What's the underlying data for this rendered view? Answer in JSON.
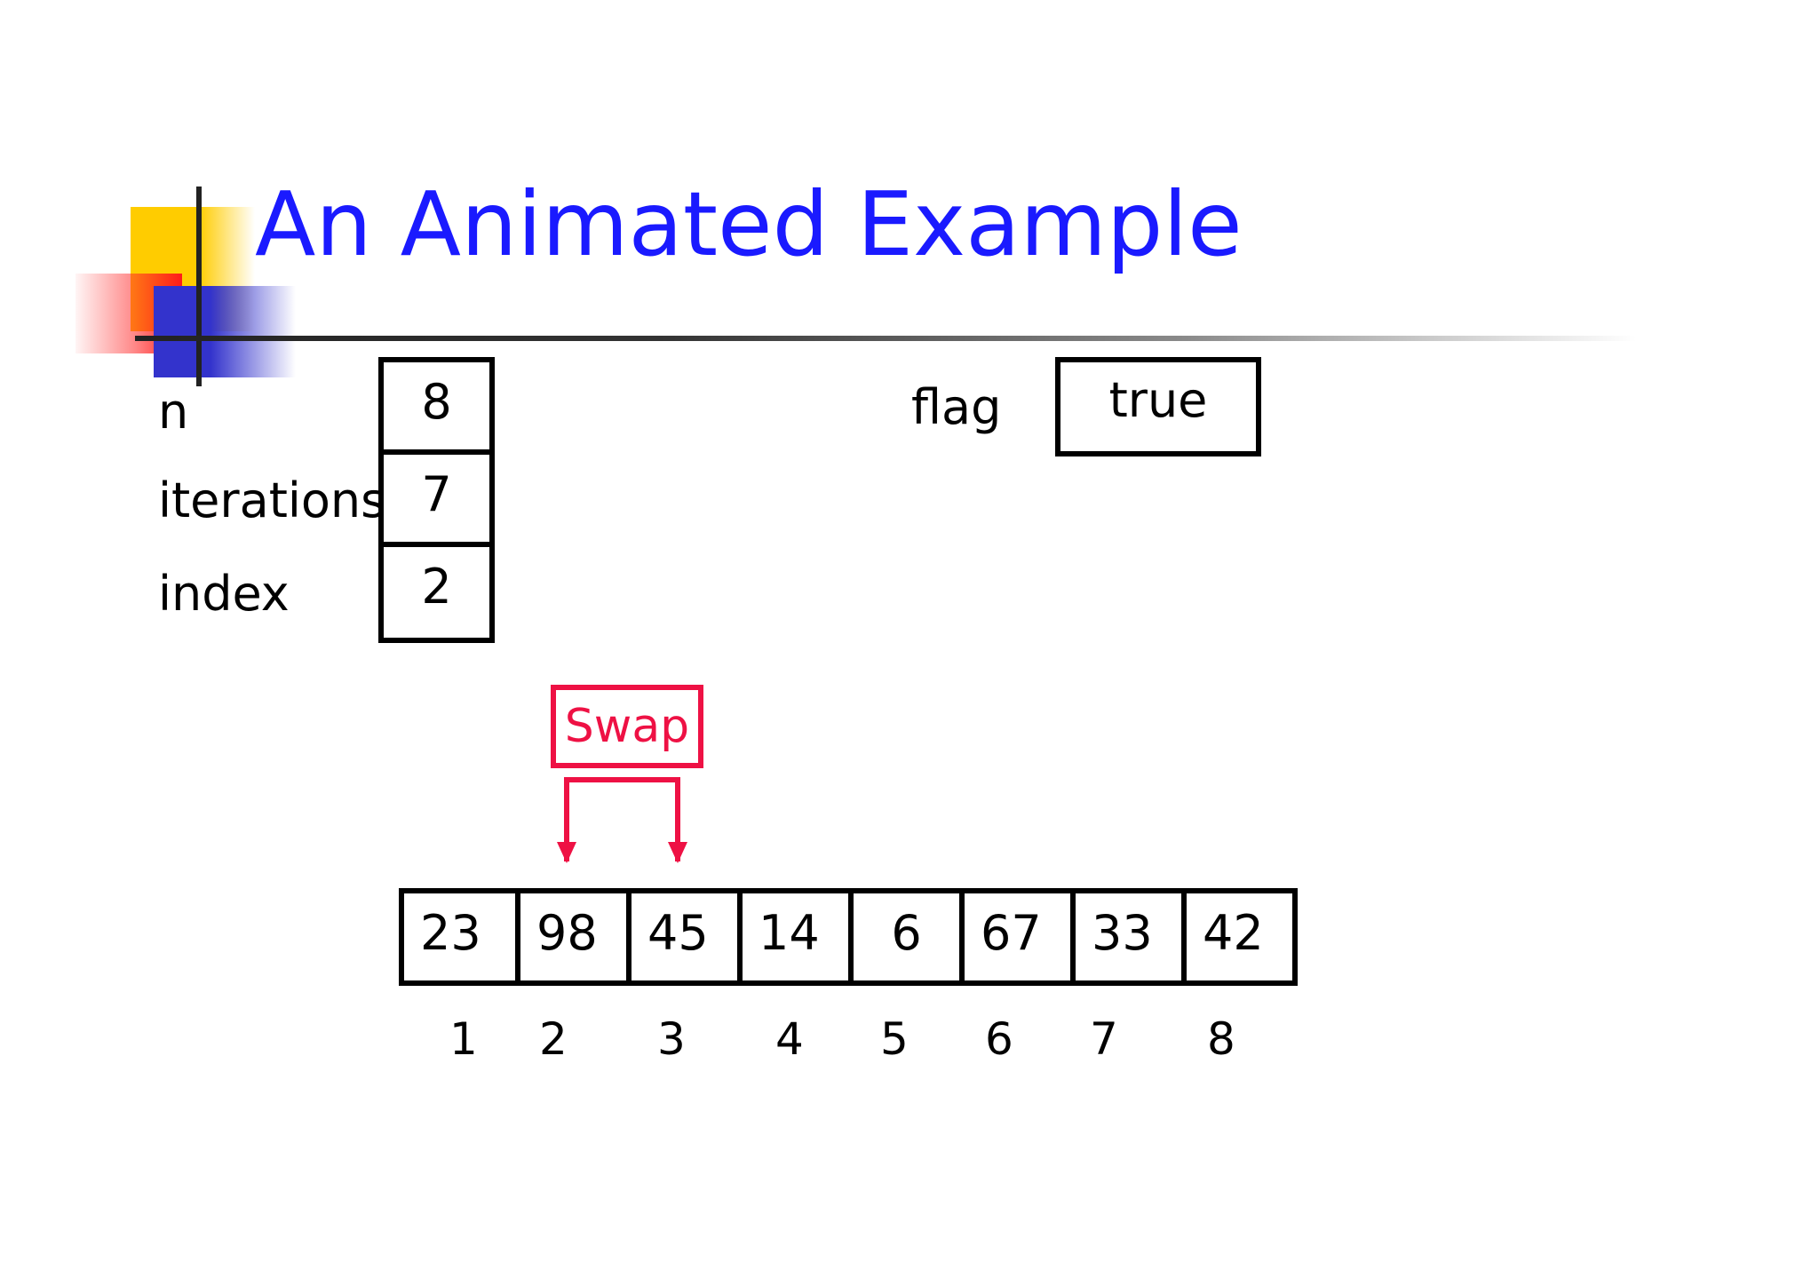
{
  "title": "An Animated Example",
  "accent_colors": {
    "title": "#1a1aff",
    "swap": "#ee1144",
    "deco_yellow": "#ffcc00",
    "deco_red": "#ff1a1a",
    "deco_blue": "#3333cc"
  },
  "variables": {
    "n": {
      "label": "n",
      "value": "8"
    },
    "iterations": {
      "label": "iterations",
      "value": "7"
    },
    "index": {
      "label": "index",
      "value": "2"
    },
    "flag": {
      "label": "flag",
      "value": "true"
    }
  },
  "swap_label": "Swap",
  "array": {
    "values": [
      "23",
      "98",
      "45",
      "14",
      "6",
      "67",
      "33",
      "42"
    ],
    "indices": [
      "1",
      "2",
      "3",
      "4",
      "5",
      "6",
      "7",
      "8"
    ]
  }
}
